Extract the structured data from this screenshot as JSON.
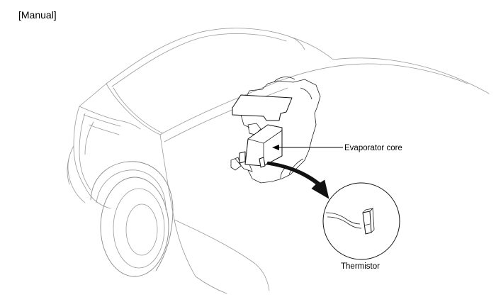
{
  "header": {
    "label": "[Manual]"
  },
  "callouts": {
    "evaporator_core": "Evaporator core",
    "thermistor": "Thermistor"
  },
  "icons": {
    "pointer_arrow": "curved-arrow-icon",
    "leader_arrow": "arrow-left-icon"
  }
}
